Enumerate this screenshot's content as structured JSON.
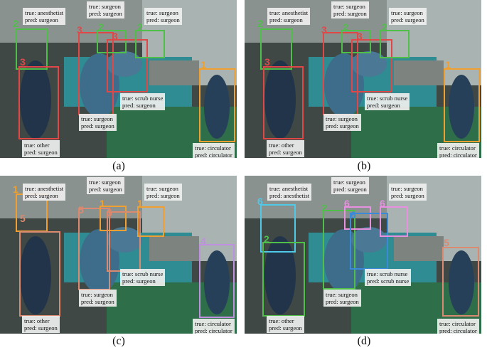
{
  "colors": {
    "red": "#e04848",
    "green": "#4fbf4a",
    "orange": "#f0a030",
    "salmon": "#d98a70",
    "purple": "#c090e0",
    "cyan": "#50c8e8",
    "blue": "#3a8ad8",
    "pink": "#e890e0",
    "scene_floor": "#3d4a47",
    "scene_drape": "#2f8c93"
  },
  "panels": [
    {
      "caption": "(a)",
      "labels": [
        {
          "true": "true: anesthetist",
          "pred": "pred: surgeon"
        },
        {
          "true": "true: surgeon",
          "pred": "pred: surgeon"
        },
        {
          "true": "true: surgeon",
          "pred": "pred: surgeon"
        },
        {
          "true": "true: scrub nurse",
          "pred": "pred: surgeon"
        },
        {
          "true": "true: surgeon",
          "pred": "pred: surgeon"
        },
        {
          "true": "true: other",
          "pred": "pred: surgeon"
        },
        {
          "true": "true: circulator",
          "pred": "pred: circulator"
        }
      ],
      "ids": [
        "2",
        "3",
        "2",
        "2",
        "3",
        "3",
        "1"
      ]
    },
    {
      "caption": "(b)",
      "labels": [
        {
          "true": "true: anesthetist",
          "pred": "pred: surgeon"
        },
        {
          "true": "true: surgeon",
          "pred": "pred: surgeon"
        },
        {
          "true": "true: surgeon",
          "pred": "pred: surgeon"
        },
        {
          "true": "true: scrub nurse",
          "pred": "pred: surgeon"
        },
        {
          "true": "true: surgeon",
          "pred": "pred: surgeon"
        },
        {
          "true": "true: other",
          "pred": "pred: surgeon"
        },
        {
          "true": "true: circulator",
          "pred": "pred: circulator"
        }
      ],
      "ids": [
        "2",
        "3",
        "2",
        "2",
        "3",
        "3",
        "1"
      ]
    },
    {
      "caption": "(c)",
      "labels": [
        {
          "true": "true: anesthetist",
          "pred": "pred: surgeon"
        },
        {
          "true": "true: surgeon",
          "pred": "pred: surgeon"
        },
        {
          "true": "true: surgeon",
          "pred": "pred: surgeon"
        },
        {
          "true": "true: scrub nurse",
          "pred": "pred: surgeon"
        },
        {
          "true": "true: surgeon",
          "pred": "pred: surgeon"
        },
        {
          "true": "true: other",
          "pred": "pred: surgeon"
        },
        {
          "true": "true: circulator",
          "pred": "pred: circulator"
        }
      ],
      "ids": [
        "1",
        "5",
        "1",
        "1",
        "5",
        "5",
        "4"
      ]
    },
    {
      "caption": "(d)",
      "labels": [
        {
          "true": "true: anesthetist",
          "pred": "pred: anesthetist"
        },
        {
          "true": "true: surgeon",
          "pred": "pred: surgeon"
        },
        {
          "true": "true: surgeon",
          "pred": "pred: surgeon"
        },
        {
          "true": "true: scrub nurse",
          "pred": "pred: scrub nurse"
        },
        {
          "true": "true: surgeon",
          "pred": "pred: surgeon"
        },
        {
          "true": "true: other",
          "pred": "pred: surgeon"
        },
        {
          "true": "true: circulator",
          "pred": "pred: circulator"
        }
      ],
      "ids": [
        "6",
        "2",
        "6",
        "6",
        "6",
        "2",
        "5"
      ]
    }
  ]
}
